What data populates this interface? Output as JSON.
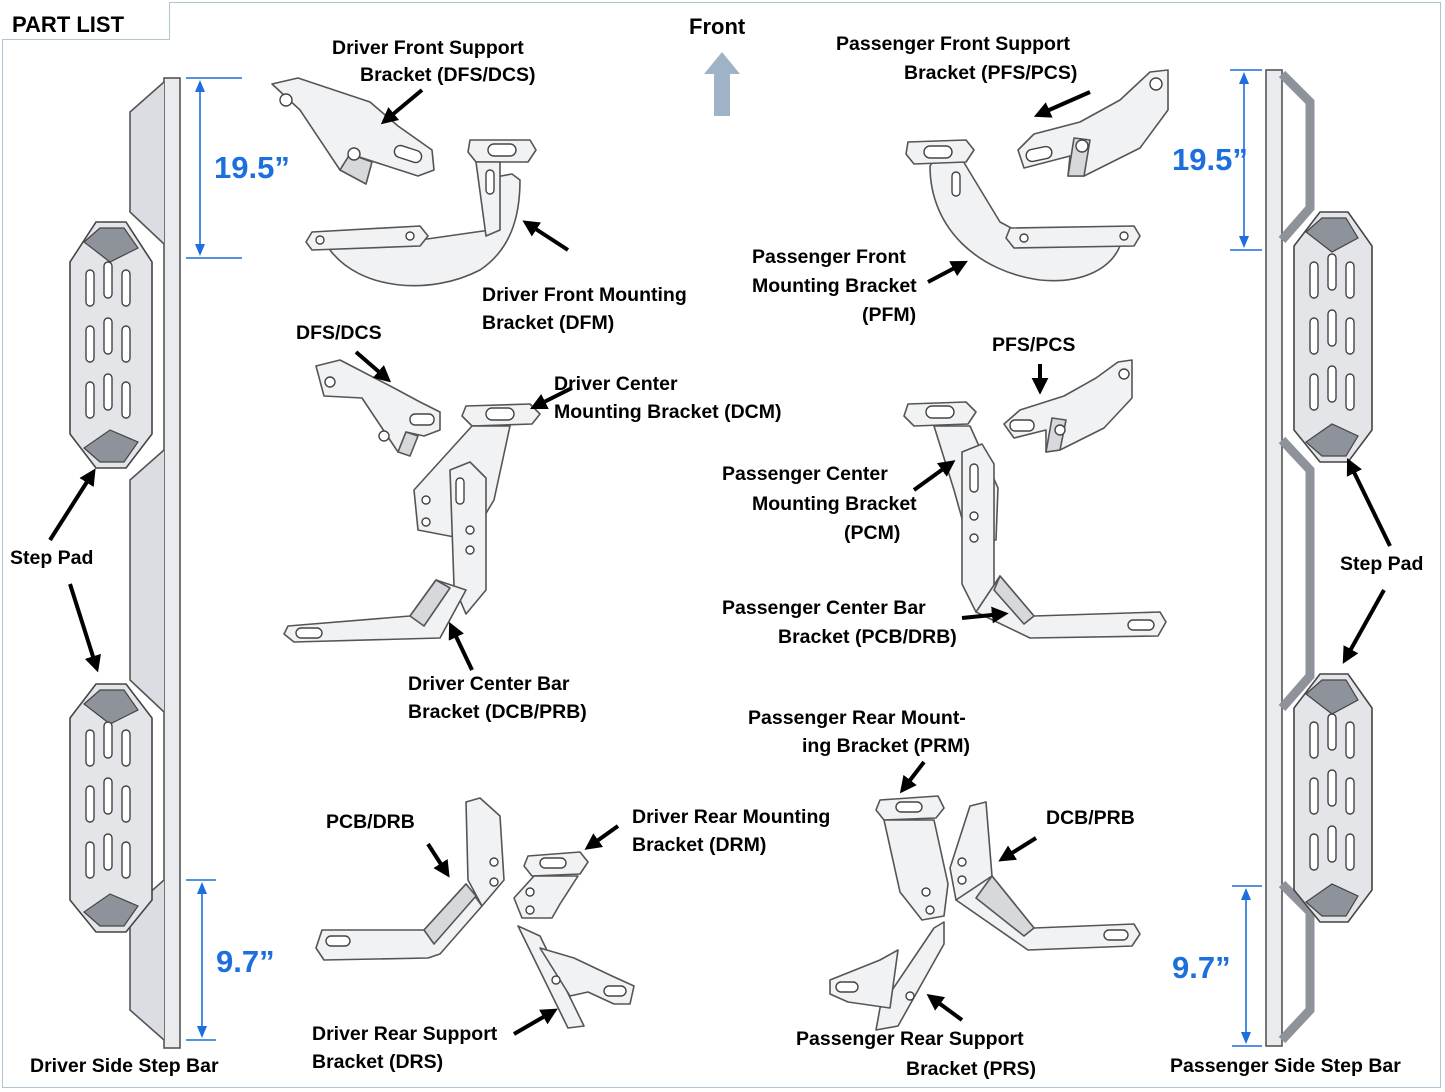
{
  "header": {
    "title": "PART LIST"
  },
  "colors": {
    "dimension": "#1c6fdc",
    "front_arrow": "#9fb3c6",
    "frame": "#b0c4d2"
  },
  "direction": {
    "label": "Front"
  },
  "dimensions": {
    "front_offset": "19.5”",
    "rear_offset": "9.7”"
  },
  "step_bars": {
    "driver": "Driver Side Step Bar",
    "passenger": "Passenger Side Step Bar",
    "step_pad": "Step Pad"
  },
  "labels": {
    "dfs_line1": "Driver Front Support",
    "dfs_line2": "Bracket (DFS/DCS)",
    "pfs_line1": "Passenger Front Support",
    "pfs_line2": "Bracket (PFS/PCS)",
    "dfm_line1": "Driver Front Mounting",
    "dfm_line2": "Bracket (DFM)",
    "pfm_line1": "Passenger Front",
    "pfm_line2": "Mounting Bracket",
    "pfm_line3": "(PFM)",
    "dfs_dcs": "DFS/DCS",
    "pfs_pcs": "PFS/PCS",
    "dcm_line1": "Driver Center",
    "dcm_line2": "Mounting Bracket (DCM)",
    "pcm_line1": "Passenger Center",
    "pcm_line2": "Mounting Bracket",
    "pcm_line3": "(PCM)",
    "pcb_line1": "Passenger Center Bar",
    "pcb_line2": "Bracket (PCB/DRB)",
    "dcb_line1": "Driver Center Bar",
    "dcb_line2": "Bracket (DCB/PRB)",
    "prm_line1": "Passenger Rear Mount-",
    "prm_line2": "ing Bracket (PRM)",
    "pcb_drb": "PCB/DRB",
    "drm_line1": "Driver Rear Mounting",
    "drm_line2": "Bracket (DRM)",
    "dcb_prb": "DCB/PRB",
    "drs_line1": "Driver Rear Support",
    "drs_line2": "Bracket (DRS)",
    "prs_line1": "Passenger Rear Support",
    "prs_line2": "Bracket (PRS)"
  }
}
